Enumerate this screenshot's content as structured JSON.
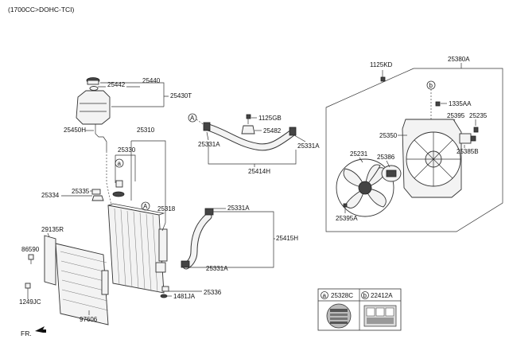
{
  "header": {
    "engine": "(1700CC>DOHC-TCI)"
  },
  "direction": {
    "label": "FR."
  },
  "markers": {
    "a": "a",
    "b": "b",
    "A": "A"
  },
  "legend": [
    {
      "marker": "a",
      "part": "25328C"
    },
    {
      "marker": "b",
      "part": "22412A"
    }
  ],
  "parts": {
    "p25440": "25440",
    "p25442": "25442",
    "p25430T": "25430T",
    "p25450H": "25450H",
    "p25310": "25310",
    "p25330": "25330",
    "p25335": "25335",
    "p25334": "25334",
    "p25318": "25318",
    "p29135R": "29135R",
    "p86590": "86590",
    "p1249JC": "1249JC",
    "p97606": "97606",
    "p1125GB": "1125GB",
    "p25482": "25482",
    "p25331A_1": "25331A",
    "p25331A_2": "25331A",
    "p25414H": "25414H",
    "p25331A_3": "25331A",
    "p25415H": "25415H",
    "p25331A_4": "25331A",
    "p1481JA": "1481JA",
    "p25336": "25336",
    "p1125KD": "1125KD",
    "p25380A": "25380A",
    "p1335AA": "1335AA",
    "p25395": "25395",
    "p25235": "25235",
    "p25350": "25350",
    "p25231": "25231",
    "p25386": "25386",
    "p25385B": "25385B",
    "p25395A": "25395A"
  }
}
